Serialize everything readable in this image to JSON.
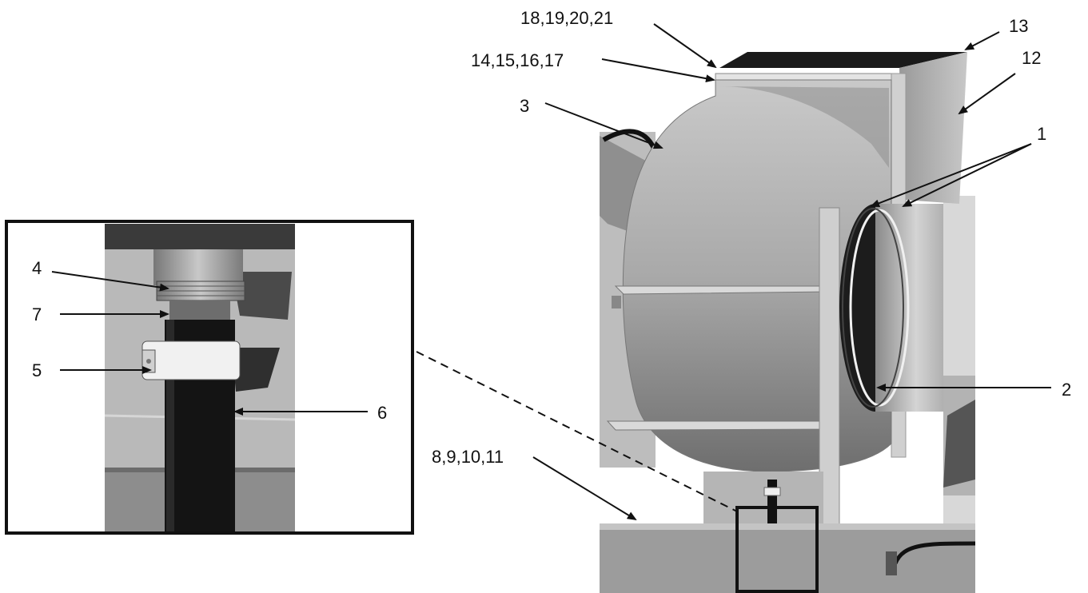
{
  "callouts": {
    "c1": "1",
    "c2": "2",
    "c3": "3",
    "c4": "4",
    "c5": "5",
    "c6": "6",
    "c7": "7",
    "c8_11": "8,9,10,11",
    "c12": "12",
    "c13": "13",
    "c14_17": "14,15,16,17",
    "c18_21": "18,19,20,21"
  }
}
